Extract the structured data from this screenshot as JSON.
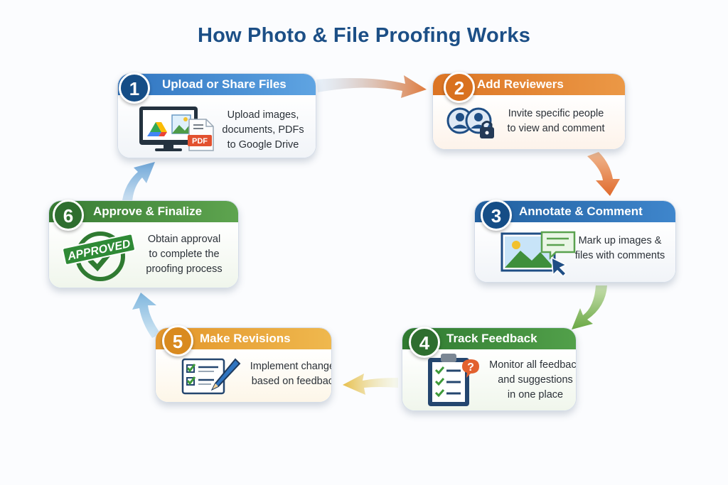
{
  "title": "How Photo & File Proofing Works",
  "steps": [
    {
      "number": "1",
      "label": "Upload or Share Files",
      "color": "#3d86cf",
      "badge_color": "#154d86",
      "desc": [
        "Upload images,",
        "documents, PDFs",
        "to Google Drive"
      ],
      "icon": "drive-monitor-pdf-icon",
      "pdf_label": "PDF"
    },
    {
      "number": "2",
      "label": "Add Reviewers",
      "color": "#e38632",
      "badge_color": "#d9711f",
      "desc": [
        "Invite specific people",
        "to view and comment"
      ],
      "icon": "reviewers-lock-icon"
    },
    {
      "number": "3",
      "label": "Annotate & Comment",
      "color": "#2f6fb8",
      "badge_color": "#154d86",
      "desc": [
        "Mark up images &",
        "files with comments"
      ],
      "icon": "image-comment-cursor-icon"
    },
    {
      "number": "4",
      "label": "Track Feedback",
      "color": "#3f8a3d",
      "badge_color": "#2e6e2f",
      "desc": [
        "Monitor all feedback",
        "and suggestions",
        "in one place"
      ],
      "icon": "clipboard-checklist-icon"
    },
    {
      "number": "5",
      "label": "Make Revisions",
      "color": "#e3a232",
      "badge_color": "#d98a1f",
      "desc": [
        "Implement changes",
        "based on feedback"
      ],
      "icon": "checklist-pencil-icon"
    },
    {
      "number": "6",
      "label": "Approve & Finalize",
      "color": "#4a8e3e",
      "badge_color": "#2e6e2f",
      "desc": [
        "Obtain approval",
        "to complete the",
        "proofing process"
      ],
      "icon": "approved-stamp-icon",
      "stamp_label": "APPROVED"
    }
  ],
  "colors": {
    "title": "#1c4f86",
    "background": "#fbfcfe"
  }
}
